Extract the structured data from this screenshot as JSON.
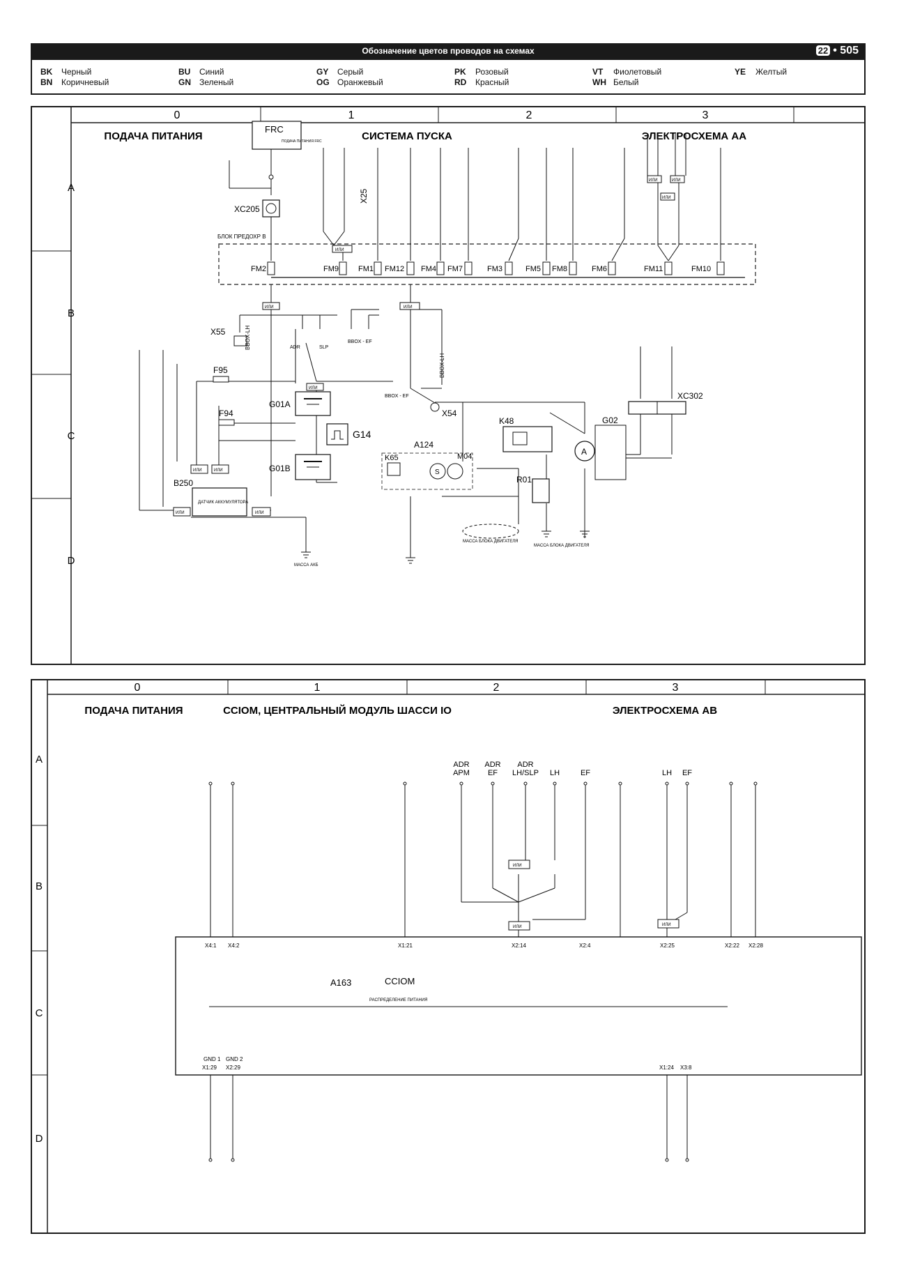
{
  "header": {
    "title": "Обозначение цветов проводов на схемах",
    "chapter": "22",
    "page": "505"
  },
  "legend": [
    {
      "code": "BK",
      "name": "Черный"
    },
    {
      "code": "BN",
      "name": "Коричневый"
    },
    {
      "code": "BU",
      "name": "Синий"
    },
    {
      "code": "GN",
      "name": "Зеленый"
    },
    {
      "code": "GY",
      "name": "Серый"
    },
    {
      "code": "OG",
      "name": "Оранжевый"
    },
    {
      "code": "PK",
      "name": "Розовый"
    },
    {
      "code": "RD",
      "name": "Красный"
    },
    {
      "code": "VT",
      "name": "Фиолетовый"
    },
    {
      "code": "WH",
      "name": "Белый"
    },
    {
      "code": "YE",
      "name": "Желтый"
    }
  ],
  "diagram1": {
    "columns": [
      "0",
      "1",
      "2",
      "3"
    ],
    "rows": [
      "A",
      "B",
      "C",
      "D"
    ],
    "section_power": "ПОДАЧА ПИТАНИЯ",
    "section_main": "СИСТЕМА ПУСКА",
    "section_right": "ЭЛЕКТРОСХЕМА АА",
    "fuse_box_label": "БЛОК ПРЕДОХР B",
    "frc": "FRC",
    "frc_sub": "ПОДАЧА ПИТАНИЯ FRC",
    "fuses": [
      "FM2",
      "FM9",
      "FM1",
      "FM12",
      "FM4",
      "FM7",
      "FM3",
      "FM5",
      "FM8",
      "FM6",
      "FM11",
      "FM10"
    ],
    "labels": {
      "xc205": "XC205",
      "x25": "X25",
      "x55": "X55",
      "f95": "F95",
      "f94": "F94",
      "g01a": "G01A",
      "g01b": "G01B",
      "g14": "G14",
      "b250": "B250",
      "x54": "X54",
      "a124": "A124",
      "k65": "K65",
      "m04": "M04",
      "k48": "K48",
      "r01": "R01",
      "g02": "G02",
      "xc302": "XC302",
      "or": "ИЛИ",
      "bbox_lh": "BBOX-LH",
      "bbox_ef": "BBOX - EF",
      "adr": "ADR",
      "slp": "SLP",
      "battery_sensor": "ДАТЧИК АККУМУЛЯТОРА",
      "ground_engine": "МАССА БЛОКА ДВИГАТЕЛЯ",
      "ground_block": "МАССА БЛОКА ДВИГАТЕЛЯ",
      "ground_cab": "МАССА АКБ"
    }
  },
  "diagram2": {
    "columns": [
      "0",
      "1",
      "2",
      "3"
    ],
    "rows": [
      "A",
      "B",
      "C",
      "D"
    ],
    "section_power": "ПОДАЧА ПИТАНИЯ",
    "section_main": "CCIOM, ЦЕНТРАЛЬНЫЙ МОДУЛЬ ШАССИ IO",
    "section_right": "ЭЛЕКТРОСХЕМА AB",
    "top_groups": [
      {
        "line1": "ADR",
        "line2": "APM"
      },
      {
        "line1": "ADR",
        "line2": "EF"
      },
      {
        "line1": "ADR",
        "line2": "LH/SLP"
      },
      {
        "line1": "",
        "line2": "LH"
      },
      {
        "line1": "",
        "line2": "EF"
      },
      {
        "line1": "",
        "line2": "LH"
      },
      {
        "line1": "",
        "line2": "EF"
      }
    ],
    "module_id": "A163",
    "module_name": "CCIOM",
    "module_sub": "РАСПРЕДЕЛЕНИЕ ПИТАНИЯ",
    "pins_top": [
      "X4:1",
      "X4:2",
      "X1:21",
      "X2:14",
      "X2:4",
      "X2:25",
      "X2:22",
      "X2:28"
    ],
    "pins_bottom": [
      "X1:29",
      "X2:29",
      "X1:24",
      "X3:8"
    ],
    "gnd": [
      "GND 1",
      "GND 2"
    ],
    "or": "ИЛИ"
  }
}
